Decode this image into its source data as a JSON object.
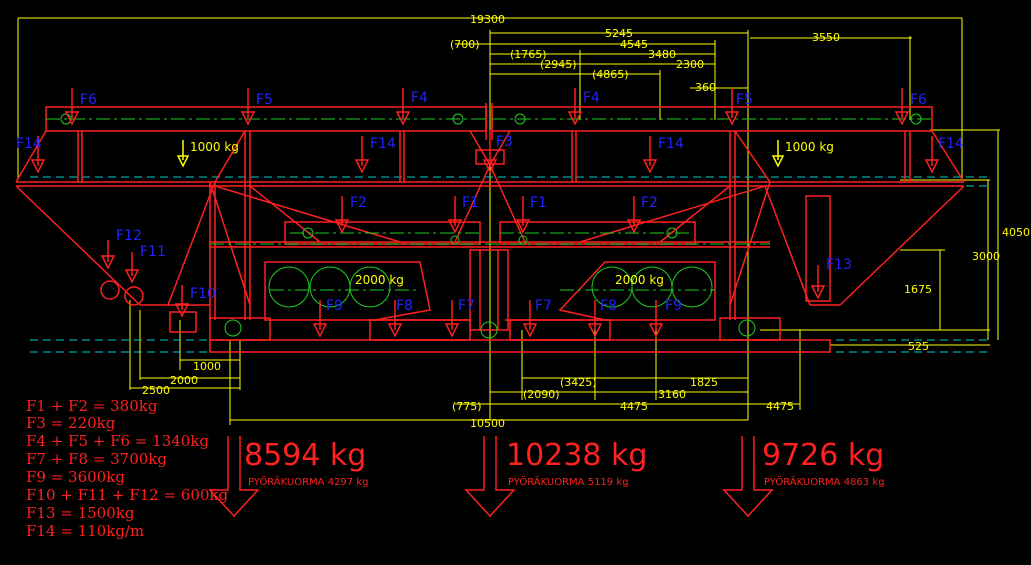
{
  "colors": {
    "background": "#000000",
    "structure": "#ff2020",
    "centerline": "#22cc22",
    "dimension": "#ffff00",
    "waterline": "#00cccc",
    "force_label": "#2222ff",
    "magenta": "#cc00cc"
  },
  "dims": {
    "overall": "19300",
    "d700": "(700)",
    "d5245": "5245",
    "d4545": "4545",
    "d1765": "(1765)",
    "d3480": "3480",
    "d2945": "(2945)",
    "d2300": "2300",
    "d4865": "(4865)",
    "d3550": "3550",
    "d360": "360",
    "d4050": "4050",
    "d3000": "3000",
    "d1675": "1675",
    "d525": "525",
    "d1000": "1000",
    "d2000": "2000",
    "d2500": "2500",
    "d3425": "(3425)",
    "d1825": "1825",
    "d2090": "(2090)",
    "d3160": "3160",
    "d775": "(775)",
    "d4475a": "4475",
    "d4475b": "4475",
    "d10500": "10500"
  },
  "loads": {
    "left_1000": "1000 kg",
    "right_1000": "1000 kg",
    "left_2000": "2000 kg",
    "right_2000": "2000 kg"
  },
  "forces": {
    "F6": "F6",
    "F5": "F5",
    "F4": "F4",
    "F3": "F3",
    "F14": "F14",
    "F2": "F2",
    "F1": "F1",
    "F12": "F12",
    "F11": "F11",
    "F10": "F10",
    "F9": "F9",
    "F8": "F8",
    "F7": "F7",
    "F13": "F13"
  },
  "legend": [
    "F1 + F2 = 380kg",
    "F3 = 220kg",
    "F4 + F5 + F6 = 1340kg",
    "F7 + F8 = 3700kg",
    "F9 = 3600kg",
    "F10 + F11 + F12 = 600kg",
    "F13 = 1500kg",
    "F14 = 110kg/m"
  ],
  "wheel_loads": [
    {
      "total": "8594 kg",
      "label": "PYÖRÄKUORMA 4297 kg"
    },
    {
      "total": "10238 kg",
      "label": "PYÖRÄKUORMA 5119 kg"
    },
    {
      "total": "9726 kg",
      "label": "PYÖRÄKUORMA 4863 kg"
    }
  ]
}
